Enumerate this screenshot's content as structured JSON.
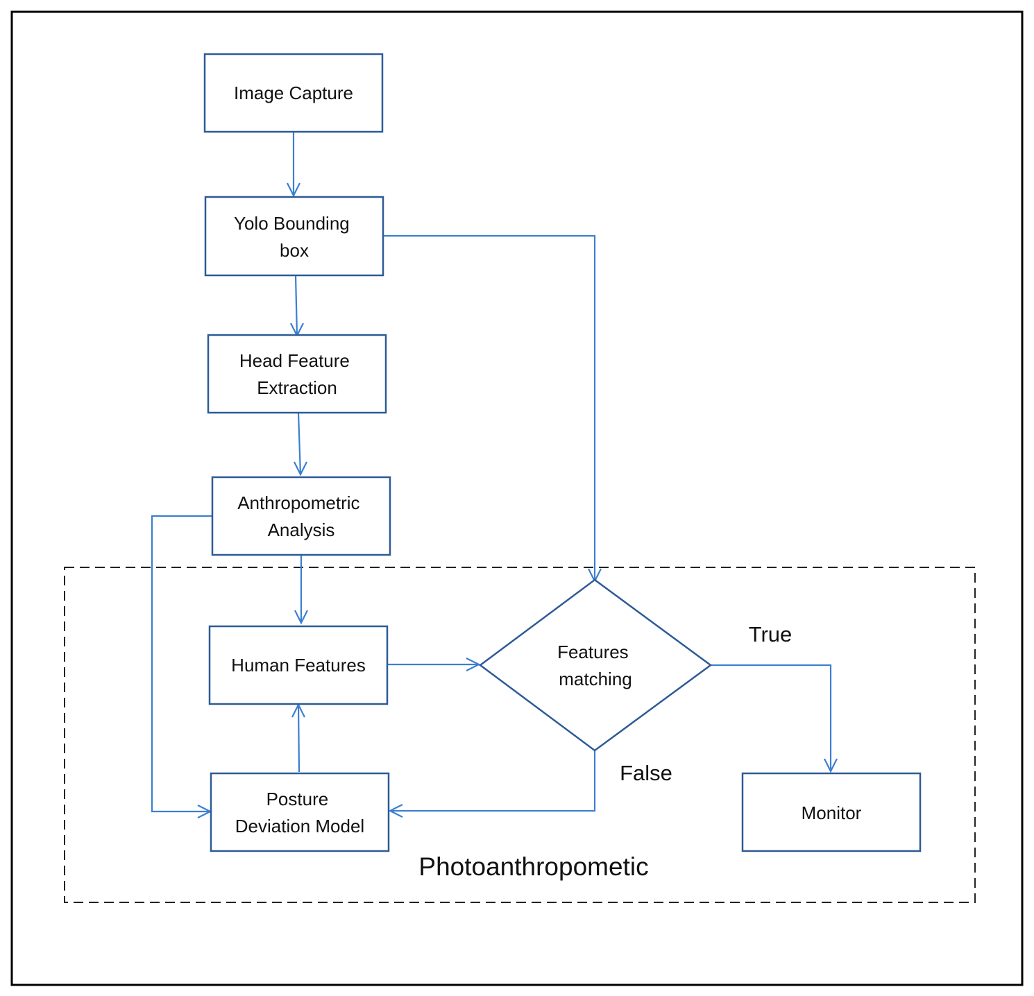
{
  "nodes": {
    "image_capture": {
      "lines": [
        "Image Capture"
      ]
    },
    "yolo_bbox": {
      "lines": [
        "Yolo Bounding",
        "box"
      ]
    },
    "head_feature": {
      "lines": [
        "Head Feature",
        "Extraction"
      ]
    },
    "anthropometric": {
      "lines": [
        "Anthropometric",
        "Analysis"
      ]
    },
    "human_features": {
      "lines": [
        "Human Features"
      ]
    },
    "features_matching": {
      "lines": [
        "Features",
        "matching"
      ]
    },
    "posture_model": {
      "lines": [
        "Posture",
        "Deviation Model"
      ]
    },
    "monitor": {
      "lines": [
        "Monitor"
      ]
    }
  },
  "edge_labels": {
    "true_label": "True",
    "false_label": "False"
  },
  "group_label": "Photoanthropometic",
  "colors": {
    "node_border": "#2e5a96",
    "connector": "#3a7fd0",
    "frame": "#000000",
    "group_border": "#222222"
  }
}
